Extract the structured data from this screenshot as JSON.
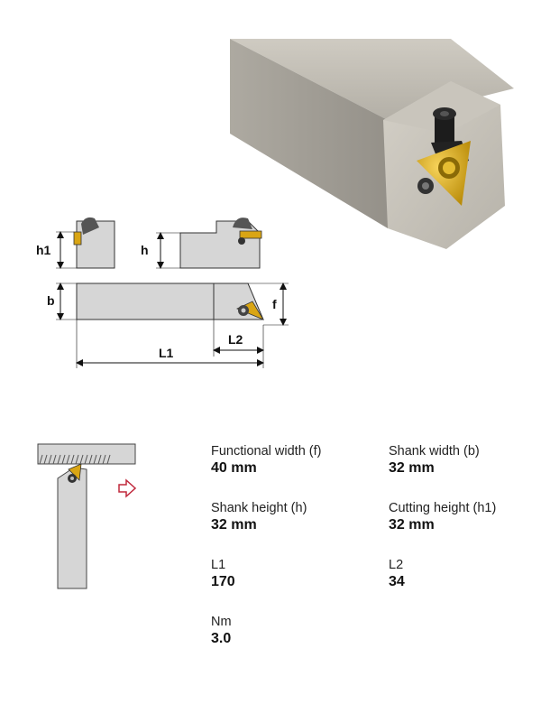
{
  "diagram_labels": {
    "h1": "h1",
    "h": "h",
    "b": "b",
    "f": "f",
    "L1": "L1",
    "L2": "L2"
  },
  "specs": [
    {
      "label": "Functional width (f)",
      "value": "40 mm"
    },
    {
      "label": "Shank width (b)",
      "value": "32 mm"
    },
    {
      "label": "Shank height (h)",
      "value": "32 mm"
    },
    {
      "label": "Cutting height (h1)",
      "value": "32 mm"
    },
    {
      "label": "L1",
      "value": "170"
    },
    {
      "label": "L2",
      "value": "34"
    },
    {
      "label": "Nm",
      "value": "3.0"
    }
  ],
  "colors": {
    "steel": "#b8b4aa",
    "steel_dark": "#8d8a82",
    "insert_gold": "#d9a514",
    "drawing_fill": "#d6d6d6",
    "arrow_red": "#c0283c"
  }
}
